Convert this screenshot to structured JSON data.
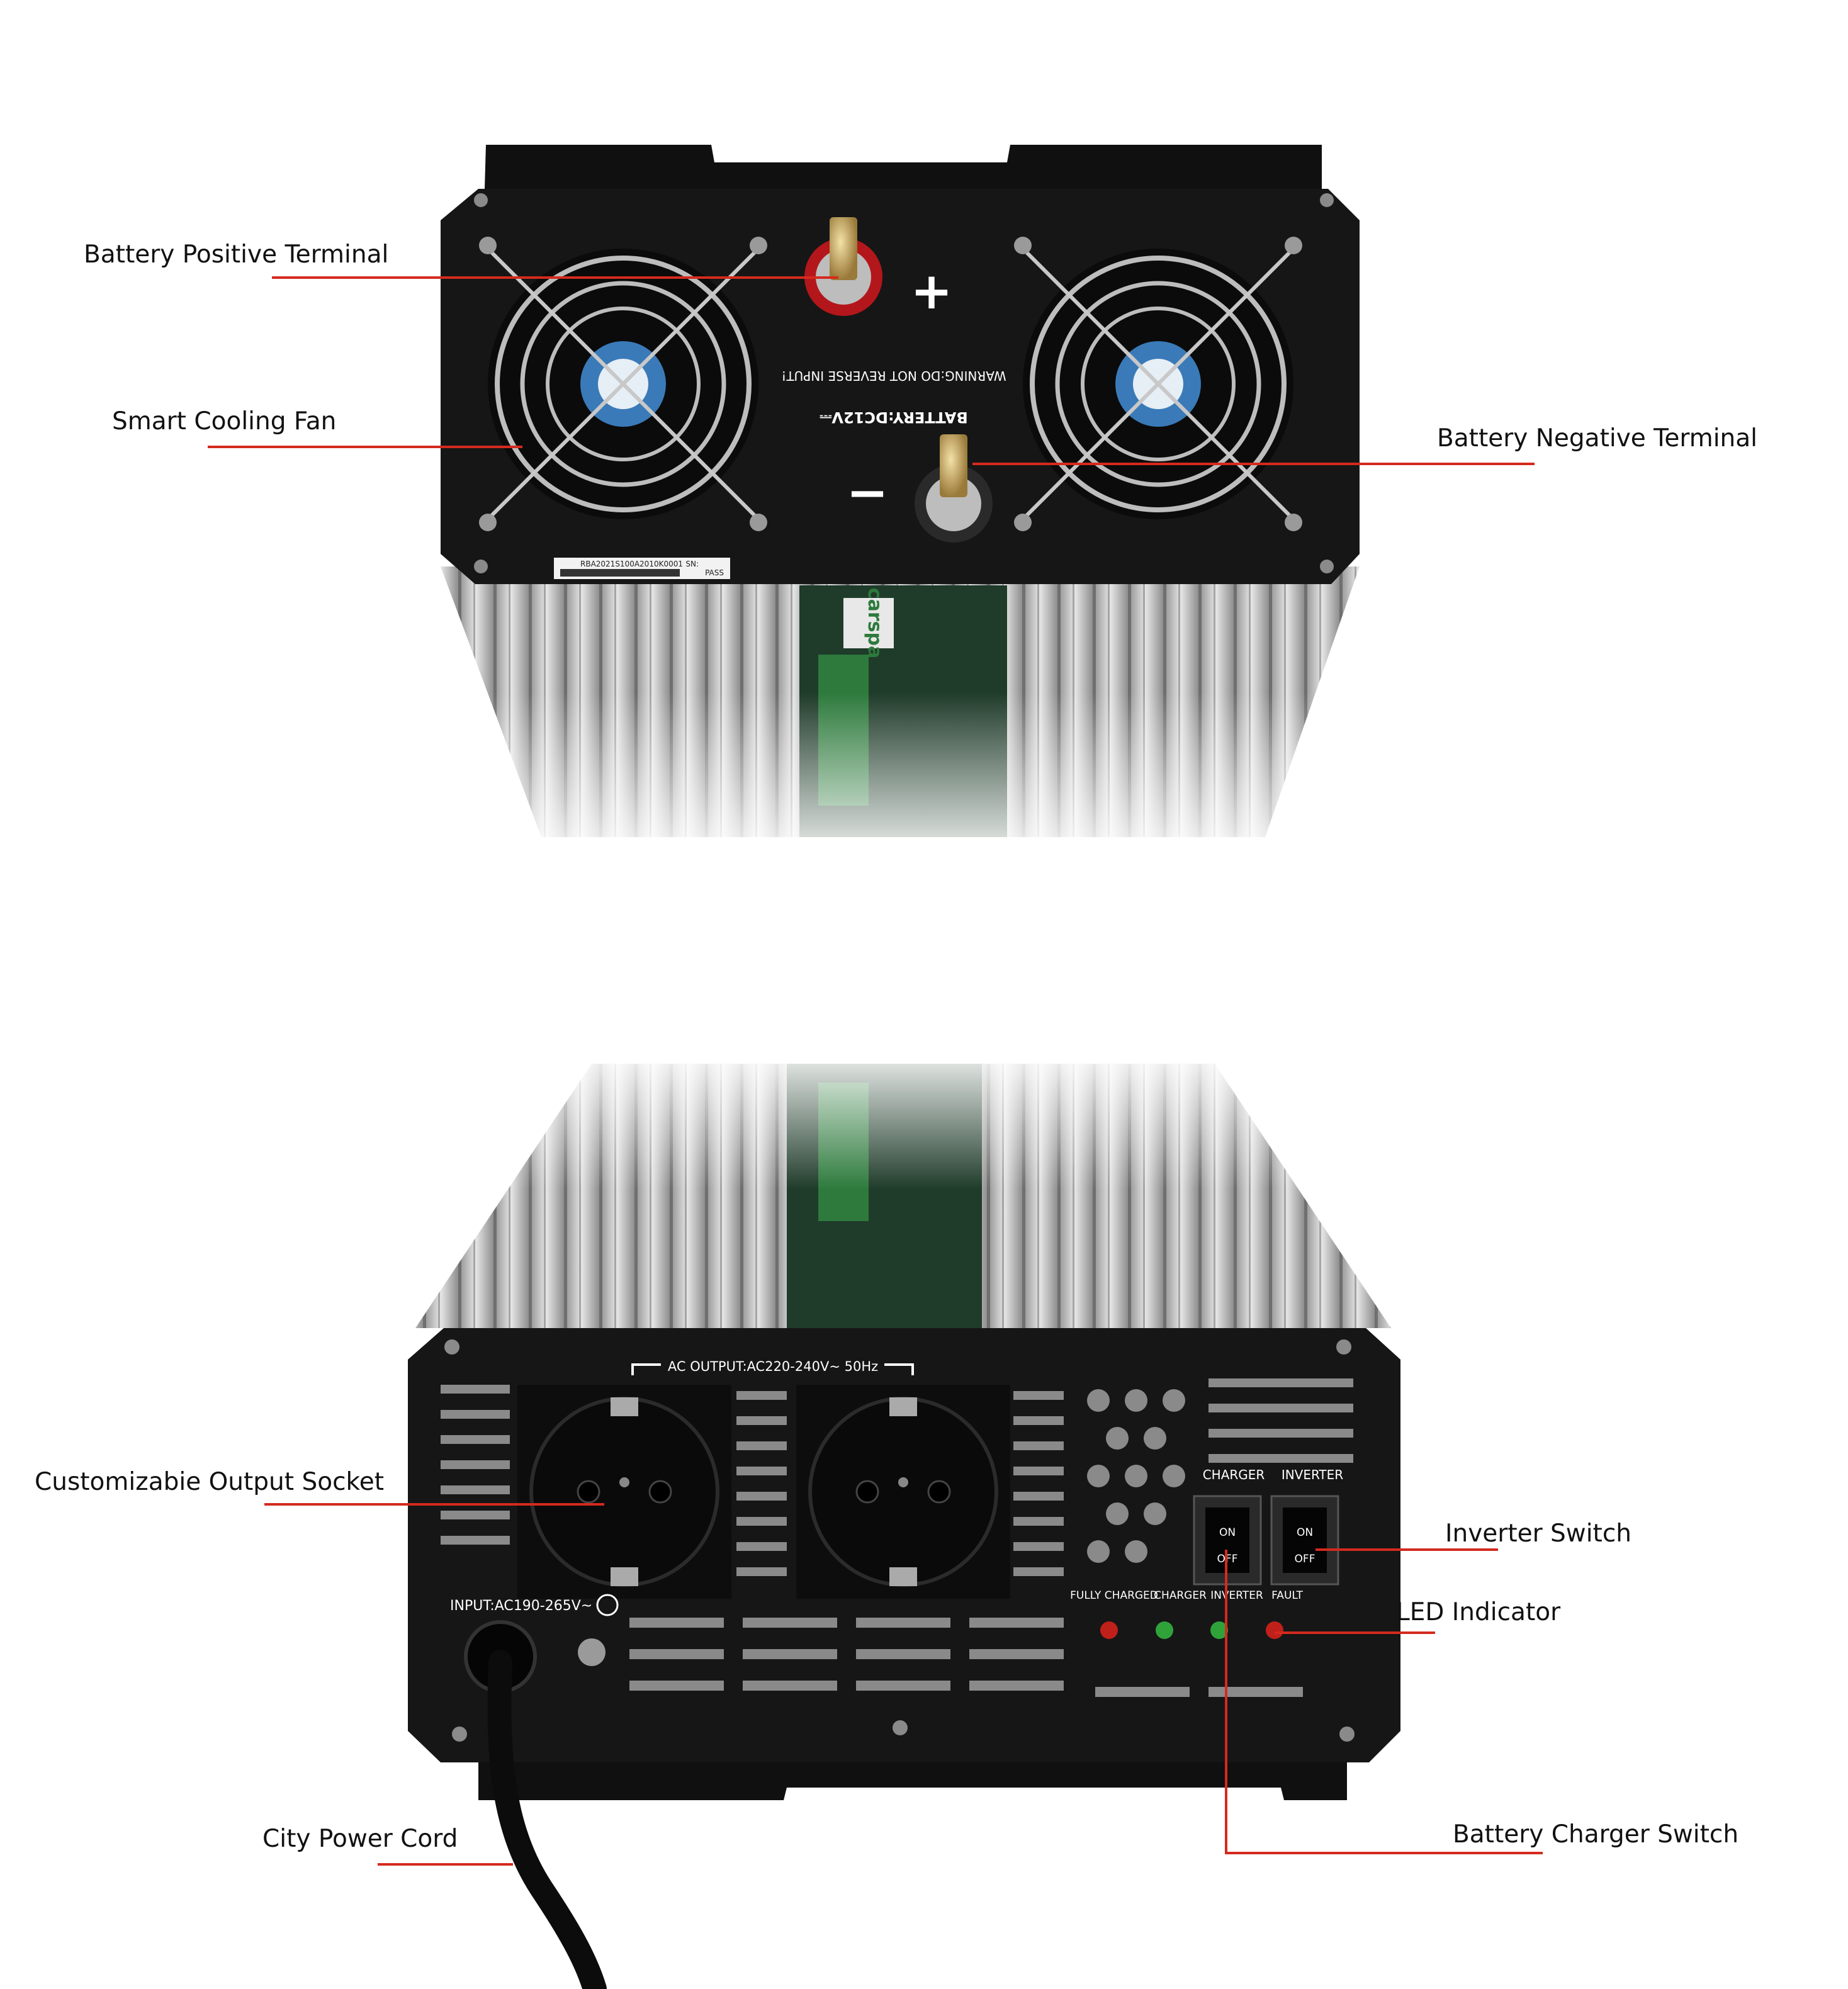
{
  "top_view": {
    "label_plus": "+",
    "label_minus": "−",
    "warning_text": "WARNING:DO NOT REVERSE INPUT!",
    "battery_text": "BATTERY:DC12V⎓",
    "serial_prefix": "SN:",
    "serial_number": "RBA2021S100A2010K0001",
    "pass_label": "PASS",
    "brand_text": "carspa"
  },
  "front_view": {
    "ac_output_label": "AC OUTPUT:AC220-240V~ 50Hz",
    "input_label": "INPUT:AC190-265V~",
    "charger_switch_label": "CHARGER",
    "inverter_switch_label": "INVERTER",
    "switch_on": "ON",
    "switch_off": "OFF",
    "led_labels": [
      "FULLY CHARGED",
      "CHARGER",
      "INVERTER",
      "FAULT"
    ],
    "led_colors": [
      "#c0201a",
      "#2fa33a",
      "#2fa33a",
      "#c0201a"
    ]
  },
  "callouts": {
    "battery_positive": "Battery Positive Terminal",
    "cooling_fan": "Smart Cooling Fan",
    "battery_negative": "Battery Negative Terminal",
    "output_socket": "Customizabie Output Socket",
    "inverter_switch": "Inverter Switch",
    "led_indicator": "LED Indicator",
    "city_cord": "City Power Cord",
    "charger_switch": "Battery Charger Switch"
  },
  "colors": {
    "leader": "#d42a1e",
    "panel": "#151515",
    "aluminium": "#c9c9c9"
  }
}
